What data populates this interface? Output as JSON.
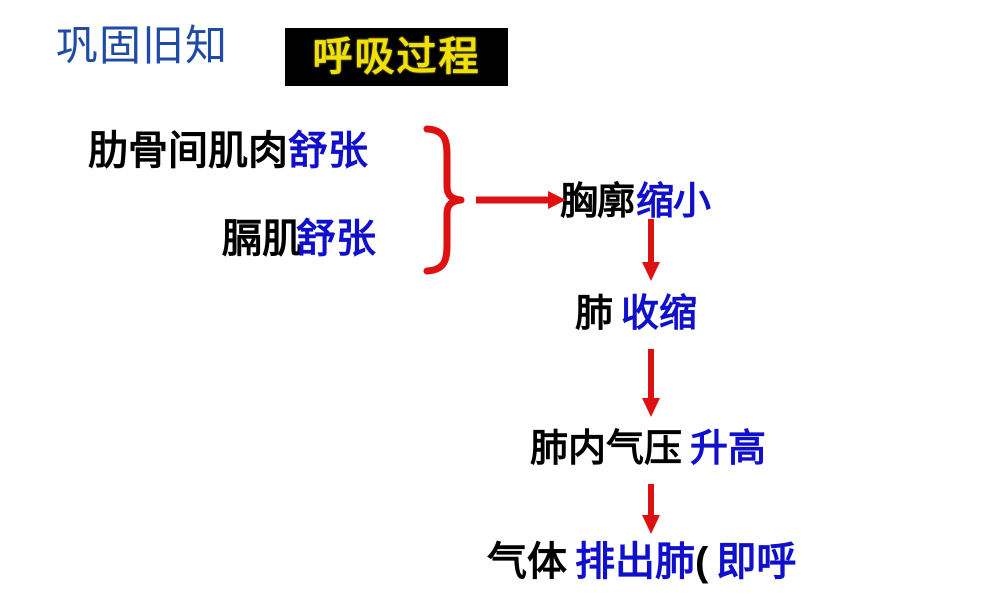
{
  "slide": {
    "background_color": "#ffffff",
    "header_title": "巩固旧知",
    "header_title_color": "#1f4ba5",
    "title_box": {
      "label": "呼吸过程",
      "background_color": "#000000",
      "text_color": "#f2e000"
    }
  },
  "colors": {
    "black_text": "#000000",
    "blue_text": "#1010cc",
    "red_connector": "#dd1111",
    "yellow_text": "#f2e000",
    "header_blue": "#1f4ba5"
  },
  "diagram": {
    "type": "flow-chart",
    "topic": "呼吸过程",
    "nodes": [
      {
        "id": "ribs",
        "subject": "肋骨间肌肉",
        "state": "舒张",
        "subject_color": "#000000",
        "state_color": "#1010cc"
      },
      {
        "id": "diaphragm",
        "subject": "膈肌",
        "state": "舒张",
        "subject_color": "#000000",
        "state_color": "#1010cc"
      },
      {
        "id": "thorax",
        "subject": "胸廓",
        "state": "缩小",
        "subject_color": "#000000",
        "state_color": "#1010cc"
      },
      {
        "id": "lung",
        "subject": "肺",
        "state": "收缩",
        "subject_color": "#000000",
        "state_color": "#1010cc"
      },
      {
        "id": "pressure",
        "subject": "肺内气压",
        "state": "升高",
        "subject_color": "#000000",
        "state_color": "#1010cc"
      },
      {
        "id": "gas-out",
        "subject": "气体",
        "state": "排出肺",
        "subject_color": "#000000",
        "state_color": "#1010cc",
        "suffix_black": "(",
        "suffix_blue": "即呼",
        "truncated_at_bottom": true
      }
    ],
    "connectors": [
      {
        "id": "brace",
        "shape": "right-curly-brace",
        "color": "#dd1111",
        "groups": [
          "ribs",
          "diaphragm"
        ],
        "points_to": "thorax"
      },
      {
        "id": "arrow-brace-to-thorax",
        "shape": "arrow-right",
        "color": "#dd1111",
        "from": "brace",
        "to": "thorax"
      },
      {
        "id": "arrow-thorax-to-lung",
        "shape": "arrow-down",
        "color": "#dd1111",
        "from": "thorax",
        "to": "lung"
      },
      {
        "id": "arrow-lung-to-pressure",
        "shape": "arrow-down",
        "color": "#dd1111",
        "from": "lung",
        "to": "pressure"
      },
      {
        "id": "arrow-pressure-to-gasout",
        "shape": "arrow-down",
        "color": "#dd1111",
        "from": "pressure",
        "to": "gas-out"
      }
    ]
  }
}
